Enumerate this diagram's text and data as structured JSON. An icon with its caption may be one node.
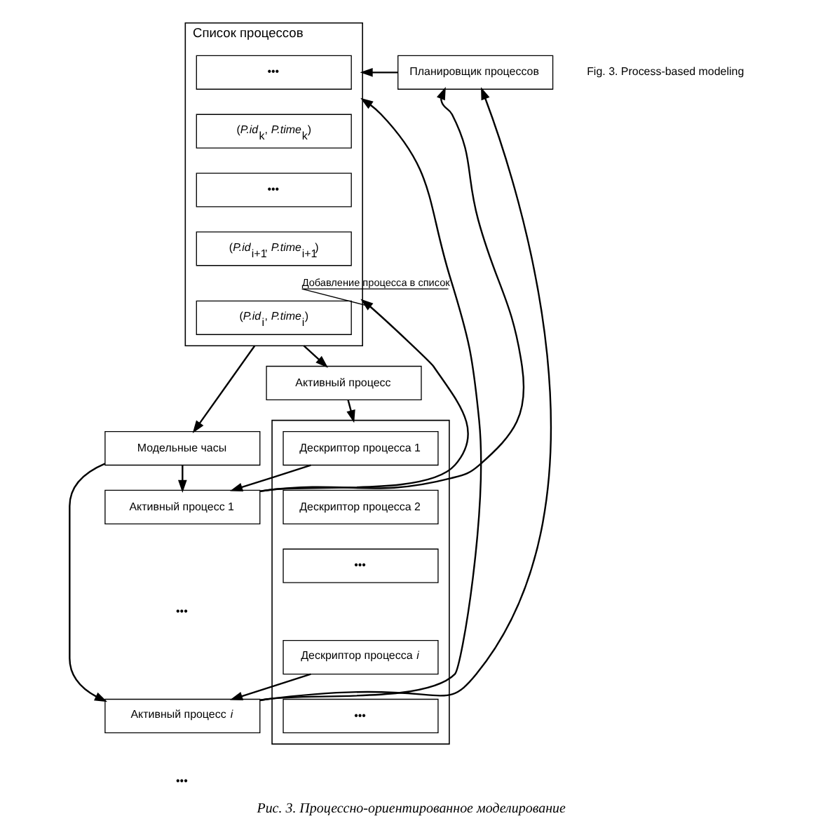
{
  "diagram": {
    "caption": "Рис. 3. Процессно-ориентированное моделирование",
    "nodes": [
      {
        "text": [
          "Список процессов"
        ]
      },
      {
        "text": [
          "•••"
        ],
        "in": 0
      },
      {
        "text": [
          "(*P.id*$_{k}$, *P.time*$_{k}$)"
        ],
        "in": 0
      },
      {
        "text": [
          "•••"
        ],
        "in": 0
      },
      {
        "text": [
          "(*P.id*$_{i+1}$, *P.time*$_{i+1}$)"
        ],
        "in": 0
      },
      {
        "text": [
          "(*P.id*$_{i}$, *P.time*$_{i}$)"
        ],
        "in": 0
      },
      {
        "text": [
          "Планировщик процессов"
        ]
      },
      {
        "text": [
          "Модельные часы"
        ]
      },
      {
        "text": [
          "Активный процесс"
        ]
      },
      {
        "text": [],
        "shape": "box"
      },
      {
        "text": [
          "Дескриптор процесса 1"
        ],
        "in": 9
      },
      {
        "text": [
          "Дескриптор процесса 2"
        ],
        "in": 9
      },
      {
        "text": [
          "•••"
        ],
        "in": 9
      },
      {
        "text": [
          "Дескриптор процесса *i*"
        ],
        "in": 9
      },
      {
        "text": [
          "•••"
        ],
        "in": 9
      },
      {
        "text": [
          "Активный процесс 1"
        ]
      },
      {
        "text": [
          "Активный процесс *i*"
        ]
      }
    ],
    "edges": [
      {
        "from": 0,
        "to": 8,
        "arrow": "to"
      },
      {
        "from": 0,
        "to": 7,
        "arrow": "to"
      },
      {
        "from": 6,
        "to": 0,
        "arrow": "to"
      },
      {
        "from": 8,
        "to": 9,
        "arrow": "to"
      },
      {
        "from": 10,
        "to": 15,
        "arrow": "to"
      },
      {
        "from": 13,
        "to": 16,
        "arrow": "to"
      },
      {
        "from": 7,
        "to": 15,
        "arrow": "to"
      },
      {
        "from": 7,
        "to": 16,
        "arrow": "to"
      },
      {
        "from": 15,
        "to": 6,
        "arrow": "to"
      },
      {
        "from": 16,
        "to": 6,
        "arrow": "to"
      },
      {
        "from": 15,
        "to": 0,
        "label": "Добавление процесса в список",
        "arrow": "to"
      },
      {
        "from": 16,
        "to": 0,
        "arrow": "to"
      }
    ],
    "labels": [
      "•••",
      "•••",
      "Fig. 3. Process-based modeling"
    ]
  }
}
